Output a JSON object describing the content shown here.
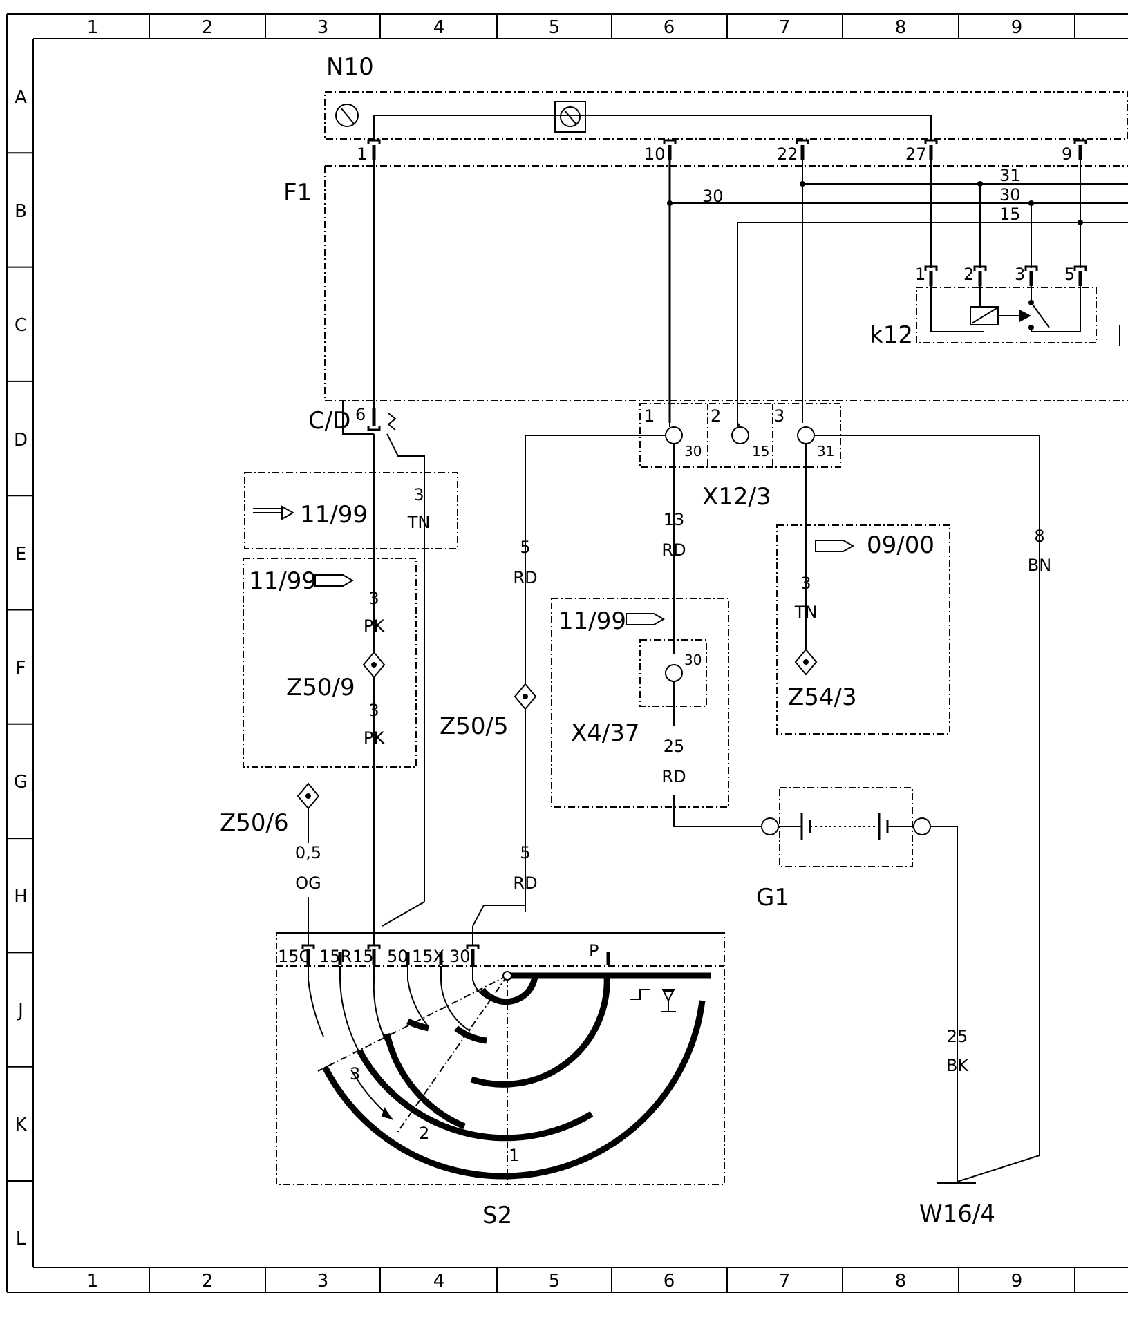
{
  "grid": {
    "columns": [
      "1",
      "2",
      "3",
      "4",
      "5",
      "6",
      "7",
      "8",
      "9"
    ],
    "rows": [
      "A",
      "B",
      "C",
      "D",
      "E",
      "F",
      "G",
      "H",
      "J",
      "K",
      "L"
    ]
  },
  "components": {
    "n10": "N10",
    "f1": "F1",
    "k12": "k12",
    "cd": "C/D",
    "x12_3": "X12/3",
    "x4_37": "X4/37",
    "g1": "G1",
    "s2": "S2",
    "w16_4": "W16/4",
    "z50_9": "Z50/9",
    "z50_5": "Z50/5",
    "z50_6": "Z50/6",
    "z54_3": "Z54/3"
  },
  "pins": {
    "n10_1": "1",
    "n10_10": "10",
    "n10_22": "22",
    "n10_27": "27",
    "n10_9": "9",
    "k12_1": "1",
    "k12_2": "2",
    "k12_3": "3",
    "k12_5": "5",
    "cd_6": "6",
    "x12_p1": "1",
    "x12_p2": "2",
    "x12_p3": "3",
    "x12_t30": "30",
    "x12_t15": "15",
    "x12_t31": "31",
    "x4_30": "30"
  },
  "bus": {
    "b31": "31",
    "b30": "30",
    "b15": "15",
    "b30_left": "30"
  },
  "notes": {
    "n1": "11/99",
    "n2": "11/99",
    "n3": "11/99",
    "n4": "09/00"
  },
  "wires": {
    "w_tn3": [
      "3",
      "TN"
    ],
    "w_pk3a": [
      "3",
      "PK"
    ],
    "w_pk3b": [
      "3",
      "PK"
    ],
    "w_rd5a": [
      "5",
      "RD"
    ],
    "w_rd13": [
      "13",
      "RD"
    ],
    "w_tn3b": [
      "3",
      "TN"
    ],
    "w_bn8": [
      "8",
      "BN"
    ],
    "w_rd25": [
      "25",
      "RD"
    ],
    "w_og": [
      "0,5",
      "OG"
    ],
    "w_rd5b": [
      "5",
      "RD"
    ],
    "w_bk25": [
      "25",
      "BK"
    ]
  },
  "switch": {
    "terms": [
      "15C",
      "15R",
      "15",
      "50",
      "15X",
      "30"
    ],
    "p": "P",
    "pos1": "1",
    "pos2": "2",
    "pos3": "3"
  }
}
